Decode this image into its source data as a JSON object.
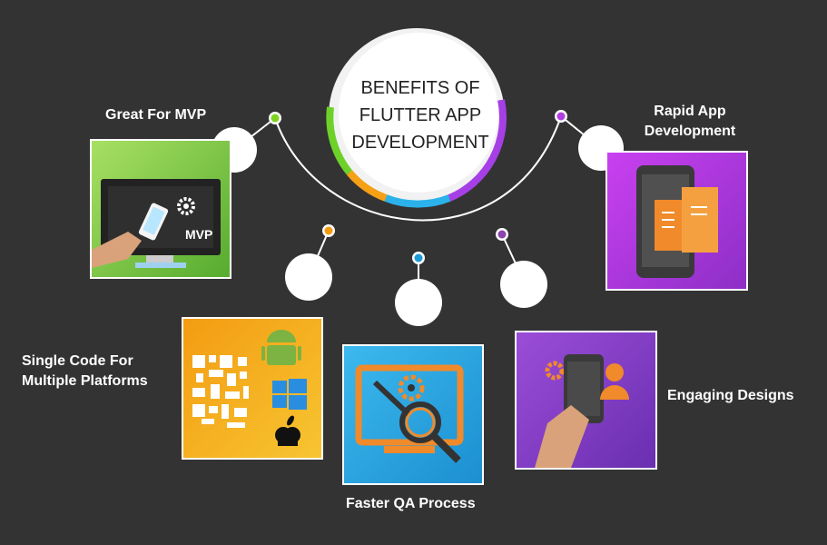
{
  "center": {
    "line1": "BENEFITS OF",
    "line2": "FLUTTER APP",
    "line3": "DEVELOPMENT"
  },
  "benefits": [
    {
      "label": "Great For MVP",
      "accent": "#7ed321"
    },
    {
      "label_line1": "Rapid App",
      "label_line2": "Development",
      "accent": "#b13ee0"
    },
    {
      "label_line1": "Single Code For",
      "label_line2": "Multiple Platforms",
      "accent": "#f39c12"
    },
    {
      "label": "Faster QA Process",
      "accent": "#1f9ad6"
    },
    {
      "label": "Engaging Designs",
      "accent": "#8e44ad"
    }
  ],
  "mvp_tile": {
    "screen_text": "MVP"
  },
  "colors": {
    "background": "#333333",
    "green": "#6dd12a",
    "orange": "#f5a015",
    "blue": "#2bb2ea",
    "purple": "#a640e6"
  }
}
